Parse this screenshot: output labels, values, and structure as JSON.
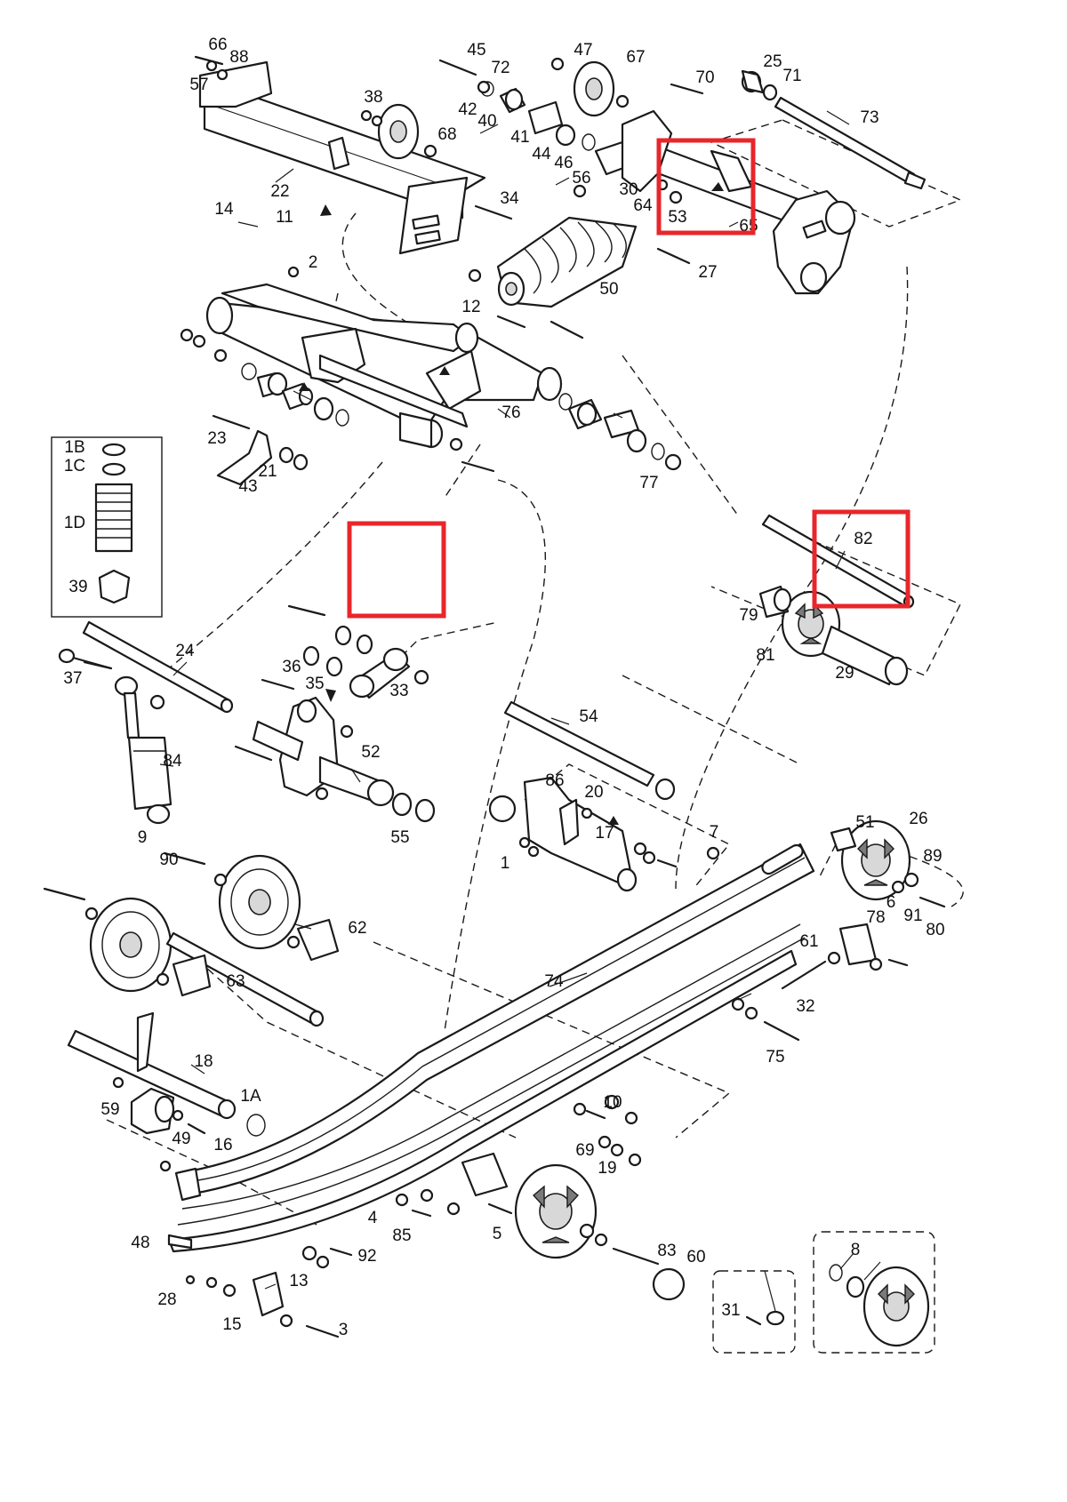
{
  "callouts": [
    "66",
    "88",
    "57",
    "45",
    "72",
    "47",
    "67",
    "70",
    "25",
    "71",
    "73",
    "38",
    "42",
    "40",
    "41",
    "68",
    "44",
    "46",
    "30",
    "64",
    "53",
    "65",
    "22",
    "34",
    "56",
    "14",
    "11",
    "2",
    "50",
    "27",
    "12",
    "1A",
    "1B",
    "1C",
    "1D",
    "39",
    "23",
    "21",
    "43",
    "76",
    "77",
    "82",
    "79",
    "81",
    "29",
    "24",
    "37",
    "36",
    "35",
    "33",
    "52",
    "54",
    "55",
    "86",
    "20",
    "17",
    "1",
    "84",
    "9",
    "90",
    "63",
    "62",
    "19",
    "18",
    "59",
    "49",
    "16",
    "48",
    "28",
    "13",
    "15",
    "3",
    "74",
    "32",
    "75",
    "61",
    "78",
    "80",
    "51",
    "26",
    "89",
    "6",
    "91",
    "7",
    "10",
    "69",
    "85",
    "4",
    "92",
    "5",
    "83",
    "60",
    "31",
    "8"
  ],
  "highlight_color": "#e8262b"
}
